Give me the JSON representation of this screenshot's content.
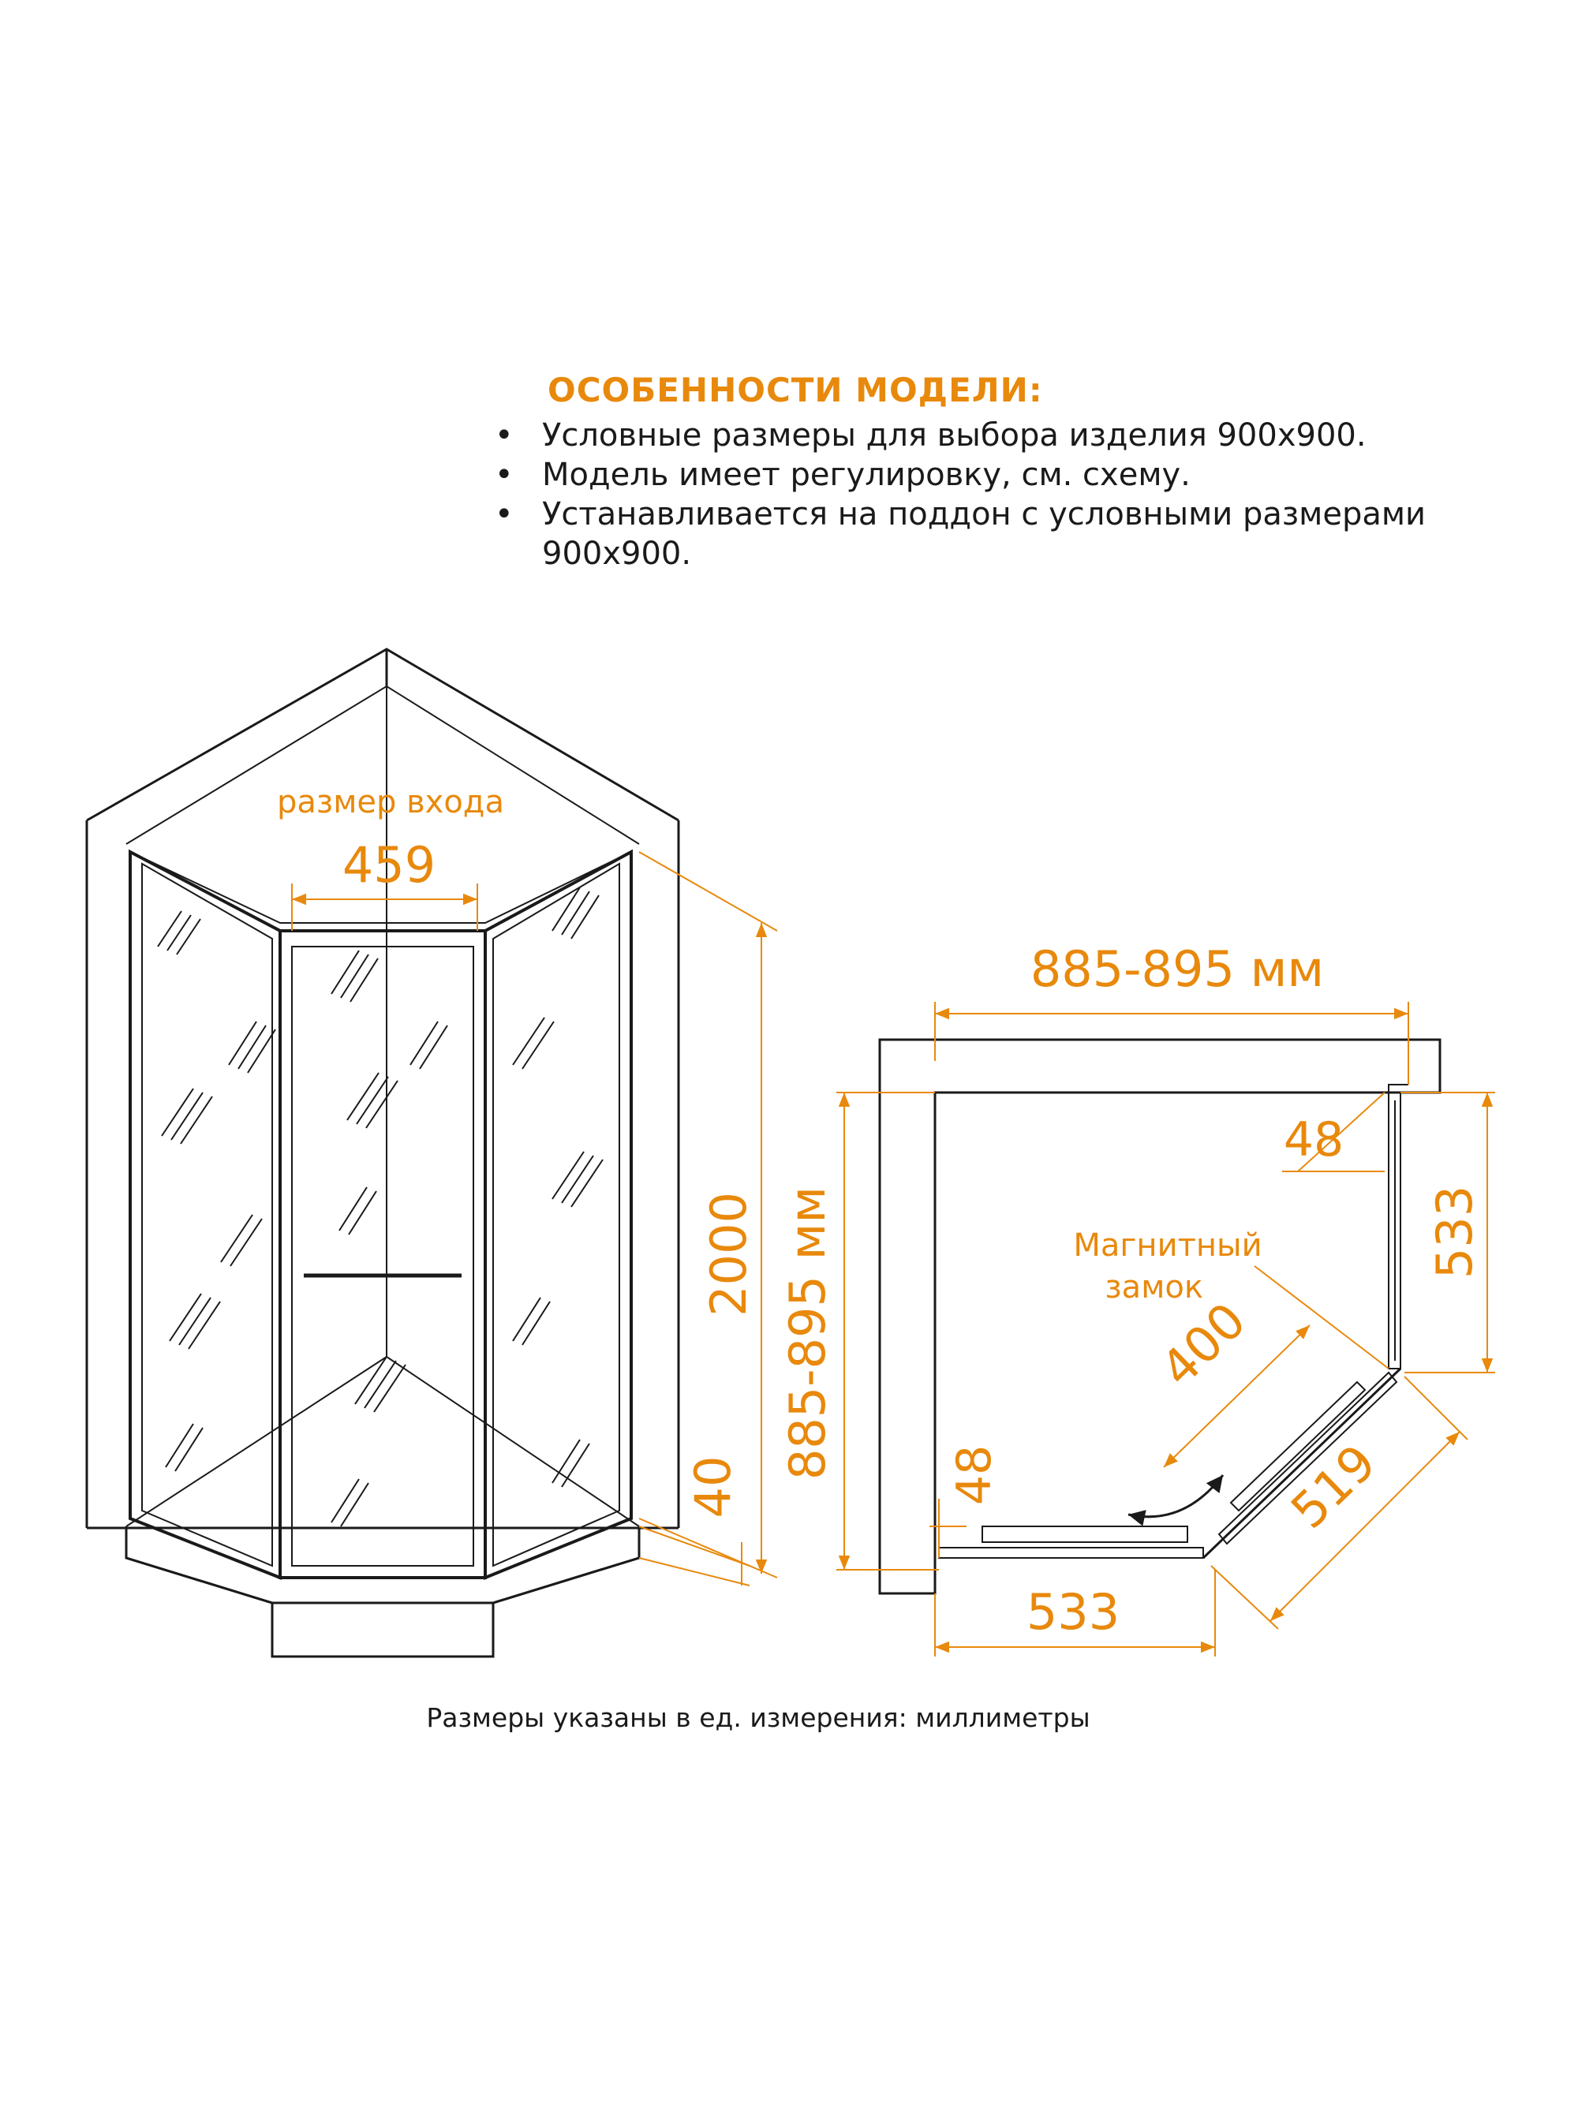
{
  "features": {
    "title": "ОСОБЕННОСТИ МОДЕЛИ:",
    "items": [
      "Условные размеры для выбора изделия 900х900.",
      "Модель имеет регулировку, см. схему.",
      "Устанавливается на поддон с условными размерами 900х900."
    ]
  },
  "front_view": {
    "entrance_label": "размер входа",
    "entrance_width": "459",
    "height": "2000",
    "tray_height": "40"
  },
  "plan_view": {
    "depth": "885-895 мм",
    "width": "885-895 мм",
    "profile_top": "48",
    "profile_left": "48",
    "side_right": "533",
    "side_bottom": "533",
    "door_leaf": "400",
    "diagonal": "519",
    "lock_label_line1": "Магнитный",
    "lock_label_line2": "замок"
  },
  "footnote": "Размеры указаны в ед. измерения: миллиметры",
  "colors": {
    "accent": "#e8890c",
    "lines": "#1a1a1a"
  }
}
